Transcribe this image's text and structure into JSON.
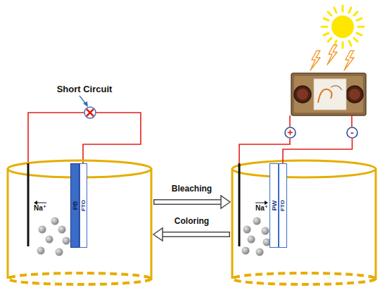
{
  "diagram": {
    "nodes": [
      {
        "text": [
          "Na⁺"
        ]
      },
      {
        "text": [
          "PB"
        ],
        "in": 0
      },
      {
        "text": [
          "FTO"
        ],
        "in": 0
      },
      {
        "text": [
          "Na⁺"
        ]
      },
      {
        "text": [
          "PW"
        ],
        "in": 3
      },
      {
        "text": [
          "FTO"
        ],
        "in": 3
      },
      {
        "text": [
          "+"
        ]
      },
      {
        "text": [
          "-"
        ]
      }
    ],
    "edges": [
      {
        "from": 0,
        "to": 3,
        "label": "Bleaching",
        "arrow": "to"
      },
      {
        "from": 3,
        "to": 0,
        "label": "Coloring",
        "arrow": "to"
      },
      {
        "from": 7,
        "to": 5,
        "arrow": "none"
      }
    ],
    "labels": [
      "Short Circuit"
    ]
  }
}
